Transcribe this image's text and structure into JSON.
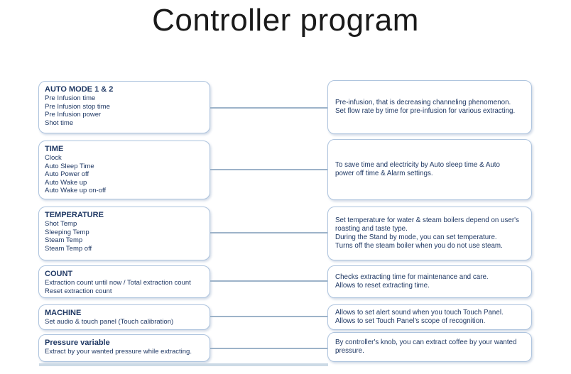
{
  "title": "Controller program",
  "colors": {
    "box_border": "#aec4de",
    "connector": "#9db3c9",
    "text": "#1f3864",
    "title_text": "#1a1a1a",
    "bottom_strip": "#ccdae6"
  },
  "rows": [
    {
      "heading": "AUTO MODE 1 & 2",
      "items": [
        "Pre Infusion time",
        "Pre Infusion stop time",
        "Pre Infusion power",
        "Shot time"
      ],
      "description_lines": [
        "Pre-infusion, that is decreasing channeling phenomenon.",
        "Set flow rate by time for pre-infusion for various extracting."
      ]
    },
    {
      "heading": "TIME",
      "items": [
        "Clock",
        "Auto Sleep Time",
        "Auto Power off",
        "Auto Wake up",
        "Auto Wake up on-off"
      ],
      "description_lines": [
        "To save time and electricity by Auto sleep time  & Auto",
        "power off time & Alarm settings."
      ]
    },
    {
      "heading": "TEMPERATURE",
      "items": [
        "Shot Temp",
        "Sleeping Temp",
        "Steam Temp",
        "Steam Temp off"
      ],
      "description_lines": [
        "Set temperature for water & steam boilers depend on  user's",
        "roasting and taste type.",
        "During the Stand by mode, you can set temperature.",
        "Turns off the steam boiler when you do not use steam."
      ]
    },
    {
      "heading": "COUNT",
      "items": [
        "Extraction count until now / Total extraction count",
        "Reset extraction count"
      ],
      "description_lines": [
        "Checks extracting time for maintenance and care.",
        "Allows to reset extracting time."
      ]
    },
    {
      "heading": "MACHINE",
      "items": [
        "Set audio & touch panel (Touch calibration)"
      ],
      "description_lines": [
        "Allows to set alert sound when you touch Touch Panel.",
        "Allows to set Touch Panel's scope of recognition."
      ]
    },
    {
      "heading": "Pressure variable",
      "items": [
        "Extract by your wanted pressure while extracting."
      ],
      "description_lines": [
        "By controller's knob, you can extract coffee by your wanted",
        "pressure."
      ]
    }
  ]
}
